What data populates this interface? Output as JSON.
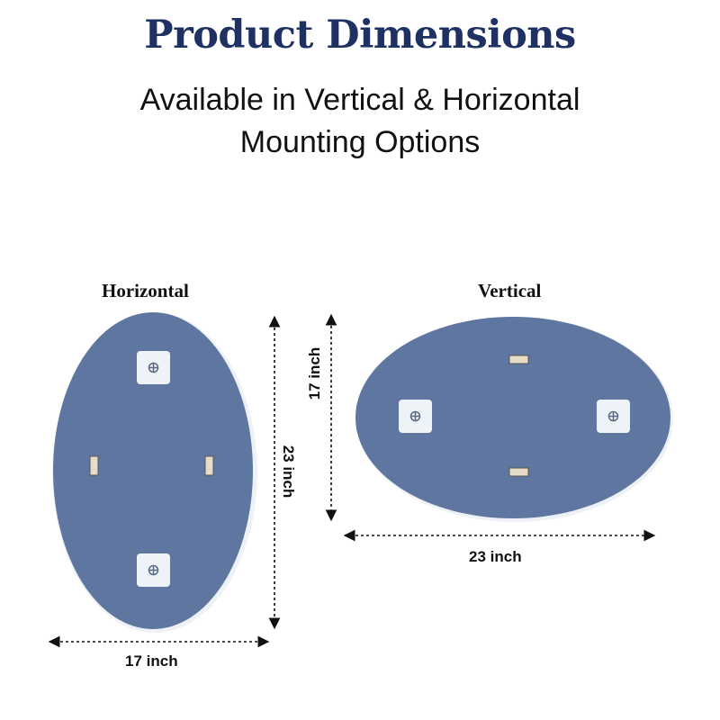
{
  "header": {
    "title": "Product Dimensions",
    "subtitle_line1": "Available in Vertical & Horizontal",
    "subtitle_line2": "Mounting Options"
  },
  "panels": {
    "horizontal": {
      "label": "Horizontal",
      "width_label": "17 inch",
      "height_label": "23 inch"
    },
    "vertical": {
      "label": "Vertical",
      "width_label": "23 inch",
      "height_label": "17 inch"
    }
  },
  "colors": {
    "title": "#1f3163",
    "mirror_fill": "#5f77a0",
    "mirror_edge": "#ffffff",
    "bracket": "#eef3f7"
  }
}
